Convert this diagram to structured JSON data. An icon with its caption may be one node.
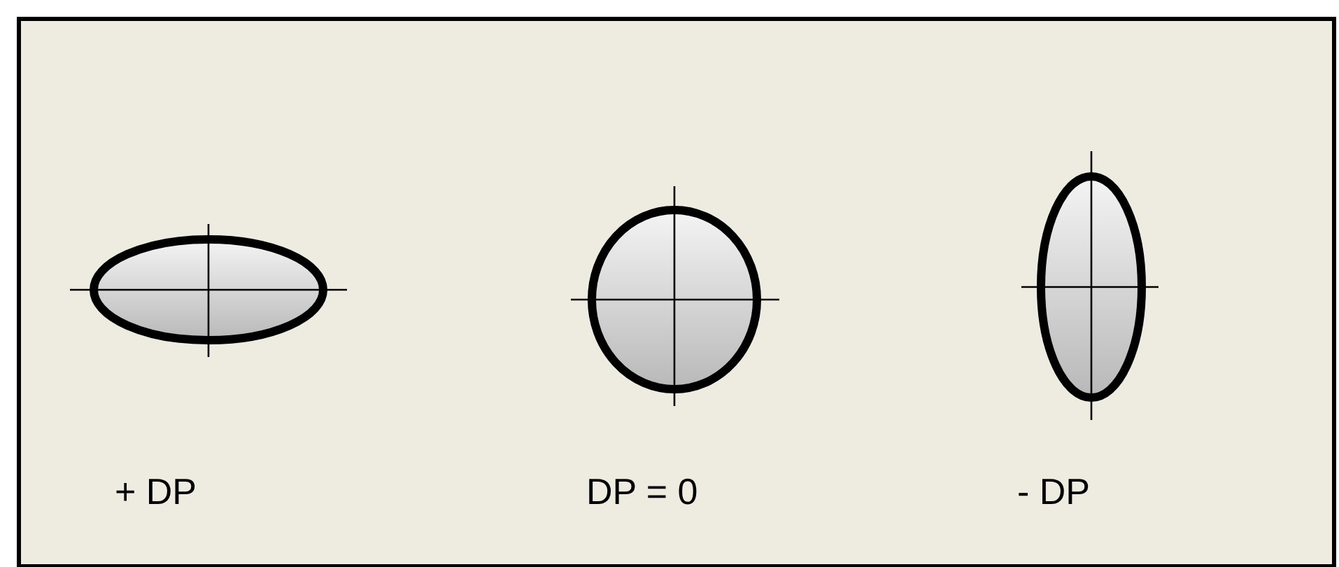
{
  "diagram": {
    "labels": [
      "+ DP",
      "DP = 0",
      "- DP"
    ]
  }
}
